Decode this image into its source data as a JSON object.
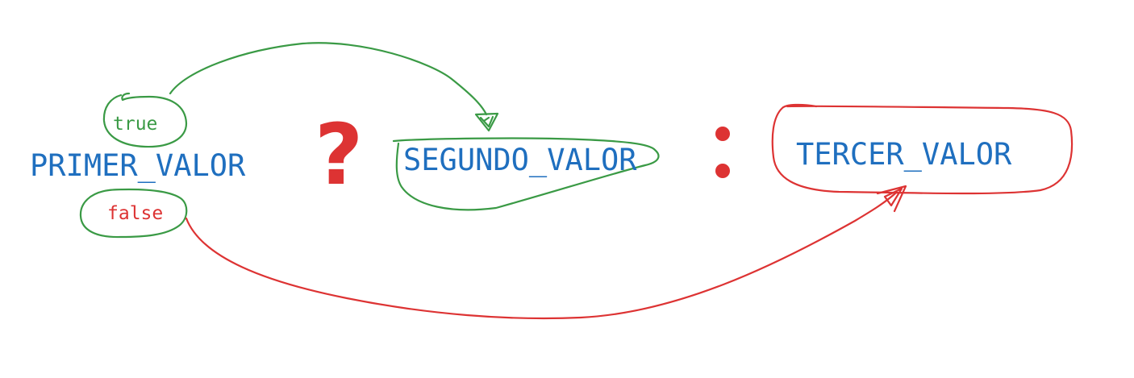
{
  "colors": {
    "blue": "#1f6fbf",
    "green": "#3a9a45",
    "red": "#dd3333"
  },
  "labels": {
    "primer_valor": "PRIMER_VALOR",
    "segundo_valor": "SEGUNDO_VALOR",
    "tercer_valor": "TERCER_VALOR",
    "true_label": "true",
    "false_label": "false",
    "question_mark": "?",
    "colon": ":"
  }
}
